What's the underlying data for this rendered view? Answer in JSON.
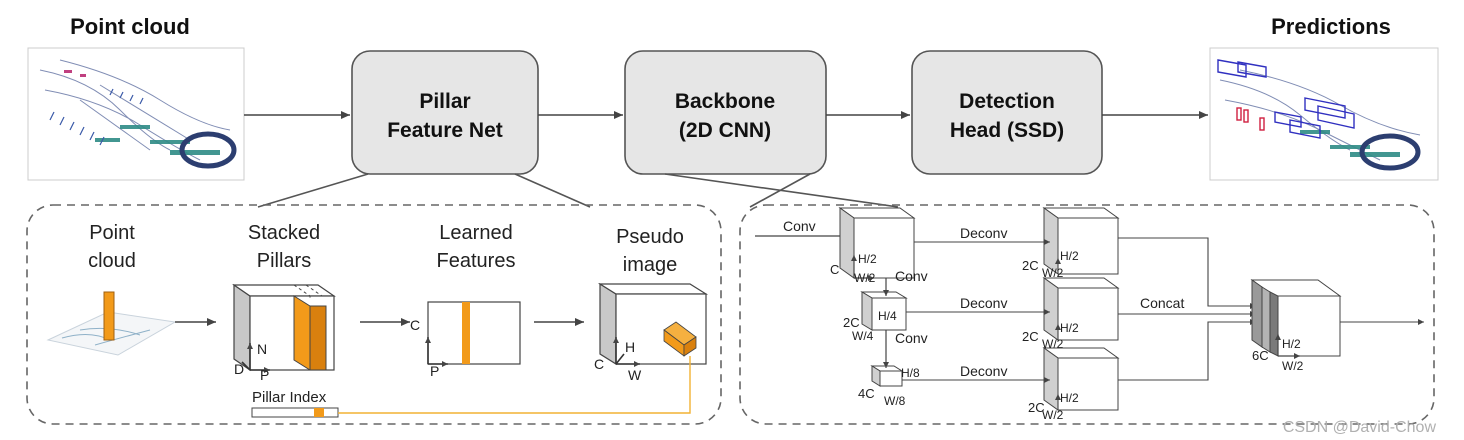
{
  "labels": {
    "point_cloud_title": "Point cloud",
    "predictions_title": "Predictions",
    "pfn_line1": "Pillar",
    "pfn_line2": "Feature Net",
    "backbone_line1": "Backbone",
    "backbone_line2": "(2D CNN)",
    "head_line1": "Detection",
    "head_line2": "Head (SSD)"
  },
  "pfn_detail": {
    "point_cloud_line1": "Point",
    "point_cloud_line2": "cloud",
    "stacked_line1": "Stacked",
    "stacked_line2": "Pillars",
    "learned_line1": "Learned",
    "learned_line2": "Features",
    "pseudo_line1": "Pseudo",
    "pseudo_line2": "image",
    "pillar_index": "Pillar Index",
    "axis_D": "D",
    "axis_N": "N",
    "axis_P": "P",
    "axis_C": "C",
    "axis_H": "H",
    "axis_W": "W"
  },
  "backbone_detail": {
    "conv": "Conv",
    "deconv": "Deconv",
    "concat": "Concat",
    "h2": "H/2",
    "w2": "W/2",
    "h4": "H/4",
    "w4": "W/4",
    "h8": "H/8",
    "w8": "W/8",
    "c": "C",
    "c2": "2C",
    "c4": "4C",
    "c6": "6C"
  },
  "watermark": "CSDN @David-Chow",
  "colors": {
    "box_fill": "#e6e6e6",
    "box_stroke": "#555555",
    "pillar_orange": "#f29a1a",
    "pillar_index_line": "#f2b233",
    "face_gray": "#c8c8c8",
    "line": "#555555"
  }
}
